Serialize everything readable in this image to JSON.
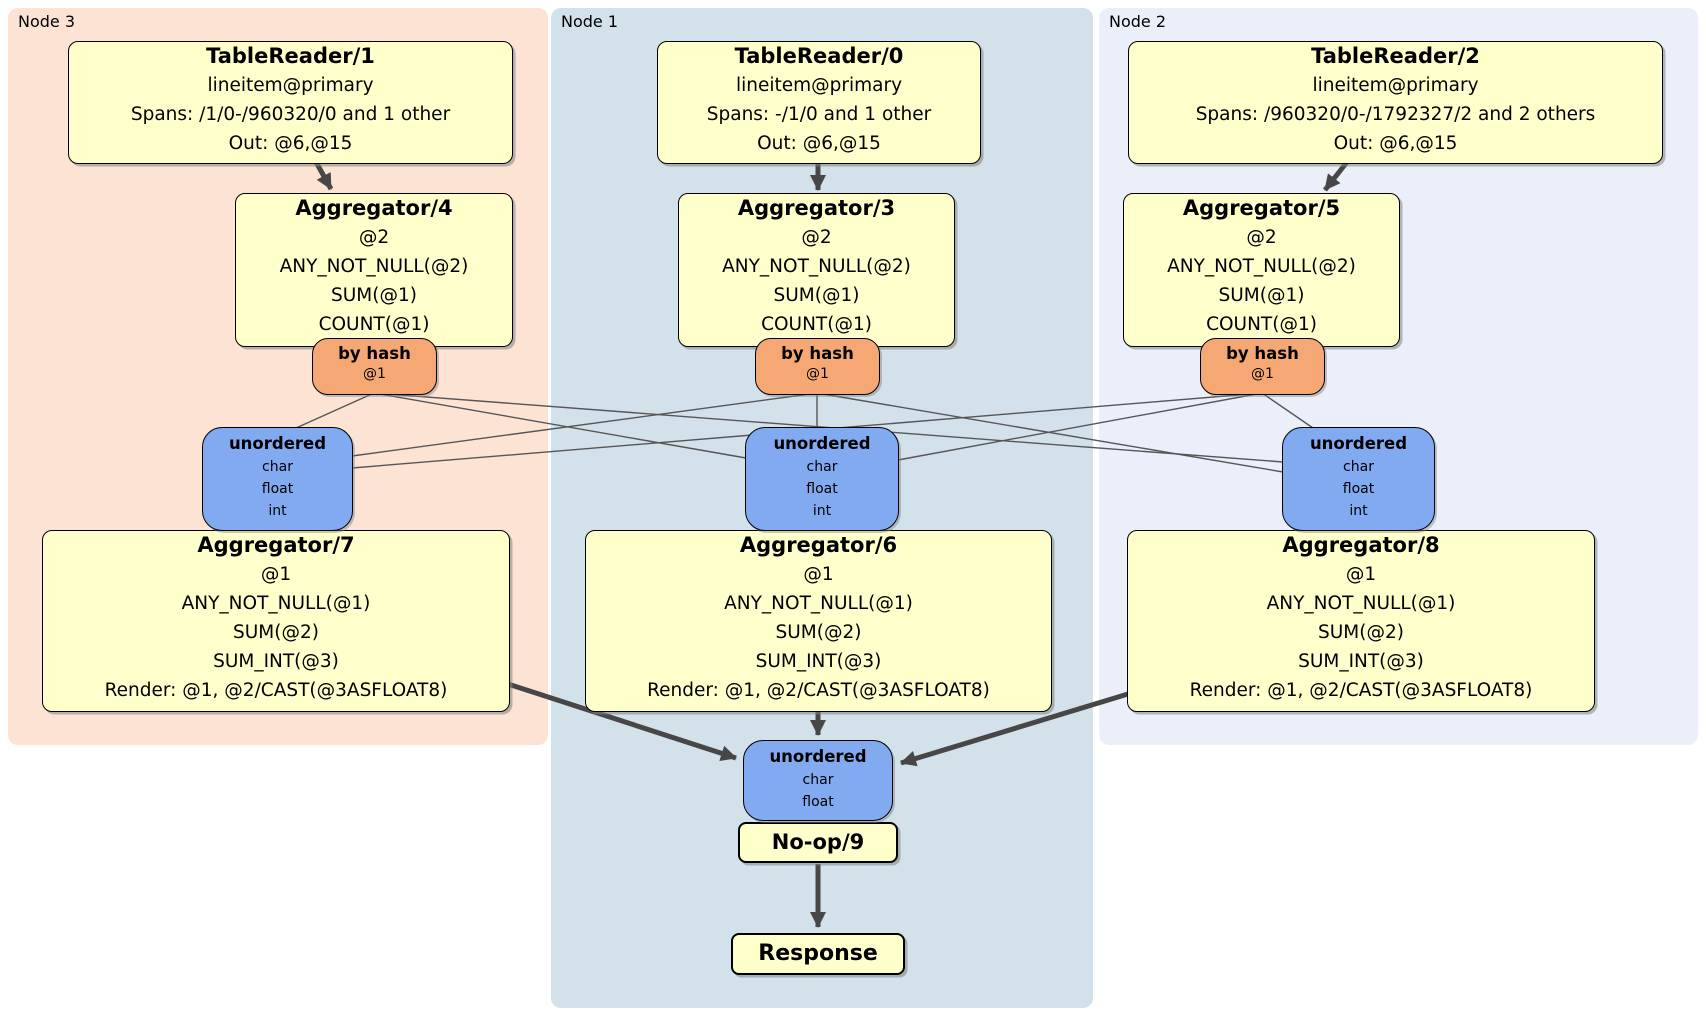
{
  "regions": [
    {
      "label": "Node 3"
    },
    {
      "label": "Node 1"
    },
    {
      "label": "Node 2"
    }
  ],
  "processors": {
    "tr1": {
      "title": "TableReader/1",
      "lines": [
        "lineitem@primary",
        "Spans: /1/0-/960320/0 and 1 other",
        "Out: @6,@15"
      ]
    },
    "tr0": {
      "title": "TableReader/0",
      "lines": [
        "lineitem@primary",
        "Spans: -/1/0 and 1 other",
        "Out: @6,@15"
      ]
    },
    "tr2": {
      "title": "TableReader/2",
      "lines": [
        "lineitem@primary",
        "Spans: /960320/0-/1792327/2 and 2 others",
        "Out: @6,@15"
      ]
    },
    "agg4": {
      "title": "Aggregator/4",
      "lines": [
        "@2",
        "ANY_NOT_NULL(@2)",
        "SUM(@1)",
        "COUNT(@1)"
      ]
    },
    "agg3": {
      "title": "Aggregator/3",
      "lines": [
        "@2",
        "ANY_NOT_NULL(@2)",
        "SUM(@1)",
        "COUNT(@1)"
      ]
    },
    "agg5": {
      "title": "Aggregator/5",
      "lines": [
        "@2",
        "ANY_NOT_NULL(@2)",
        "SUM(@1)",
        "COUNT(@1)"
      ]
    },
    "agg7": {
      "title": "Aggregator/7",
      "lines": [
        "@1",
        "ANY_NOT_NULL(@1)",
        "SUM(@2)",
        "SUM_INT(@3)",
        "Render: @1, @2/CAST(@3ASFLOAT8)"
      ]
    },
    "agg6": {
      "title": "Aggregator/6",
      "lines": [
        "@1",
        "ANY_NOT_NULL(@1)",
        "SUM(@2)",
        "SUM_INT(@3)",
        "Render: @1, @2/CAST(@3ASFLOAT8)"
      ]
    },
    "agg8": {
      "title": "Aggregator/8",
      "lines": [
        "@1",
        "ANY_NOT_NULL(@1)",
        "SUM(@2)",
        "SUM_INT(@3)",
        "Render: @1, @2/CAST(@3ASFLOAT8)"
      ]
    },
    "noop": {
      "title": "No-op/9"
    },
    "response": {
      "title": "Response"
    }
  },
  "routers": [
    {
      "label": "by hash",
      "detail": "@1"
    },
    {
      "label": "by hash",
      "detail": "@1"
    },
    {
      "label": "by hash",
      "detail": "@1"
    }
  ],
  "syncs": [
    {
      "label": "unordered",
      "items": [
        "char",
        "float",
        "int"
      ]
    },
    {
      "label": "unordered",
      "items": [
        "char",
        "float",
        "int"
      ]
    },
    {
      "label": "unordered",
      "items": [
        "char",
        "float",
        "int"
      ]
    },
    {
      "label": "unordered",
      "items": [
        "char",
        "float"
      ]
    }
  ],
  "colors": {
    "node3_bg": "#fce3d4",
    "node1_bg": "#d3e1ea",
    "node2_bg": "#eaeffa",
    "processor_fill": "#ffffcc",
    "router_fill": "#f5a873",
    "sync_fill": "#82aaf0",
    "edge": "#474747"
  }
}
